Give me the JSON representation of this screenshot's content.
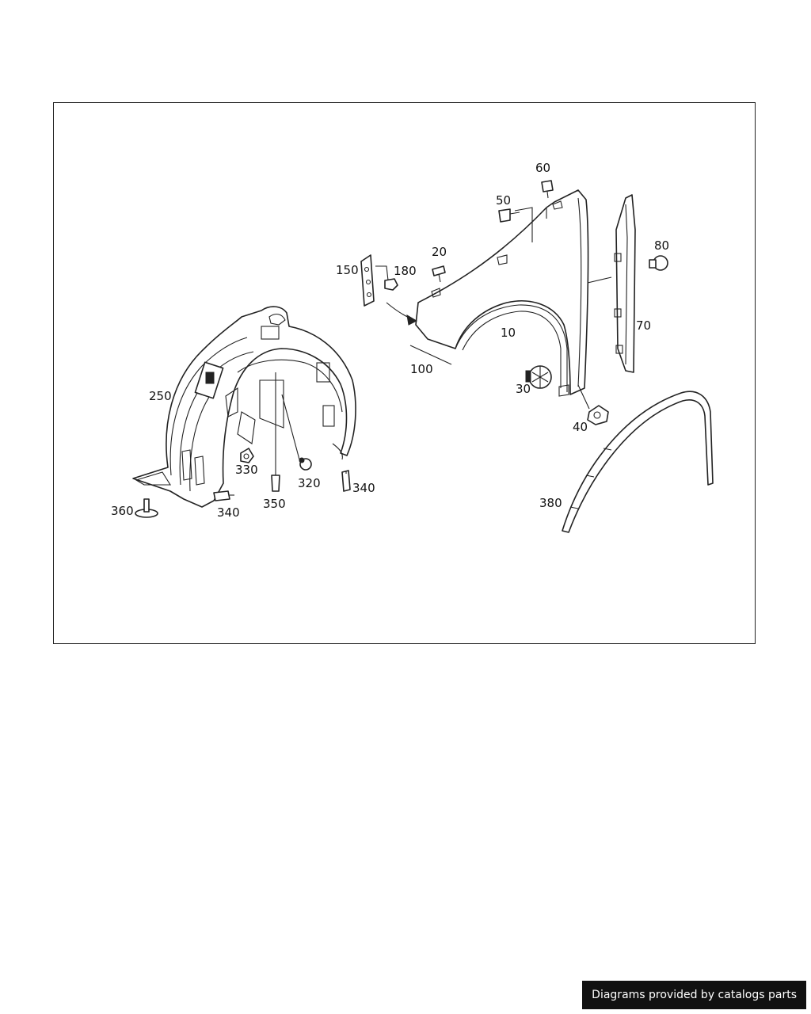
{
  "diagram": {
    "callouts": {
      "c10": "10",
      "c20": "20",
      "c30": "30",
      "c40": "40",
      "c50": "50",
      "c60": "60",
      "c70": "70",
      "c80": "80",
      "c100": "100",
      "c150": "150",
      "c180": "180",
      "c250": "250",
      "c320": "320",
      "c330": "330",
      "c340a": "340",
      "c340b": "340",
      "c350": "350",
      "c360": "360",
      "c380": "380"
    }
  },
  "footer": {
    "credit": "Diagrams provided by catalogs parts"
  },
  "colors": {
    "line": "#222222",
    "background": "#ffffff",
    "badge": "#111111"
  }
}
